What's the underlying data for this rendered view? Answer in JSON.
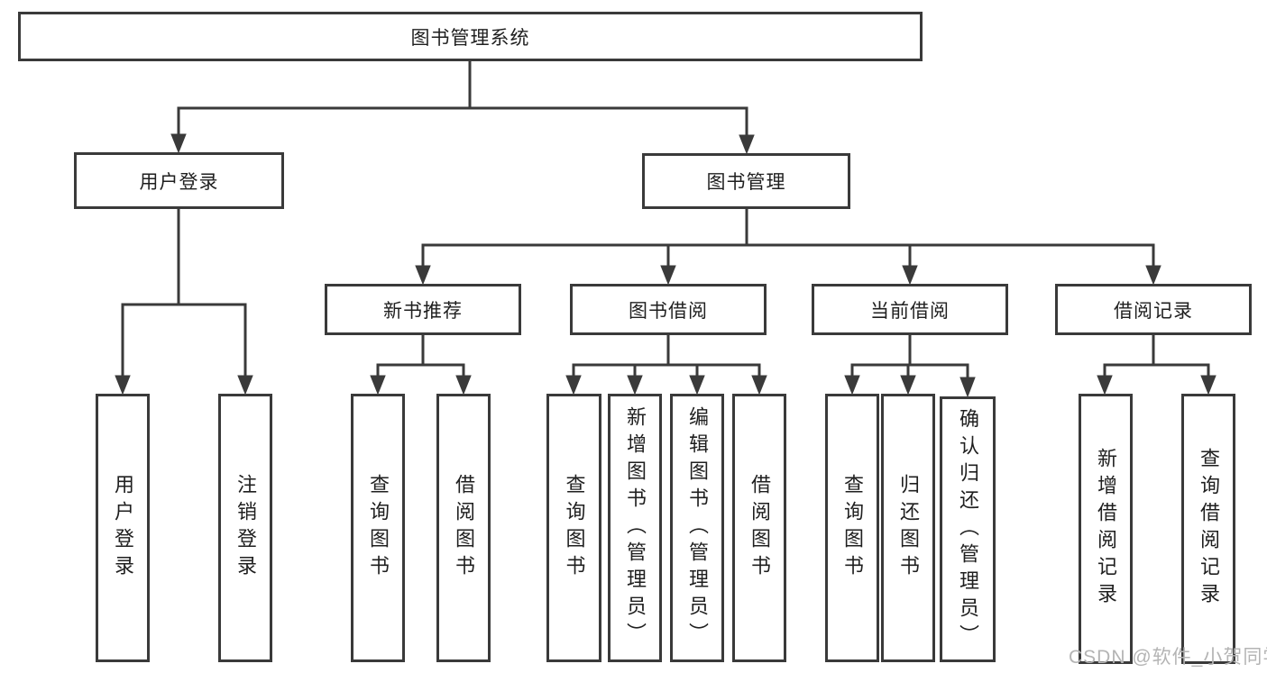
{
  "tree": {
    "root": {
      "label": "图书管理系统"
    },
    "user_login_branch": {
      "label": "用户登录",
      "children": [
        {
          "label": "用户登录"
        },
        {
          "label": "注销登录"
        }
      ]
    },
    "book_mgmt_branch": {
      "label": "图书管理",
      "sections": [
        {
          "label": "新书推荐",
          "children": [
            {
              "label": "查询图书"
            },
            {
              "label": "借阅图书"
            }
          ]
        },
        {
          "label": "图书借阅",
          "children": [
            {
              "label": "查询图书"
            },
            {
              "label": "新增图书（管理员）"
            },
            {
              "label": "编辑图书（管理员）"
            },
            {
              "label": "借阅图书"
            }
          ]
        },
        {
          "label": "当前借阅",
          "children": [
            {
              "label": "查询图书"
            },
            {
              "label": "归还图书"
            },
            {
              "label": "确认归还（管理员）"
            }
          ]
        },
        {
          "label": "借阅记录",
          "children": [
            {
              "label": "新增借阅记录"
            },
            {
              "label": "查询借阅记录"
            }
          ]
        }
      ]
    }
  },
  "watermark": {
    "text": "CSDN @软件_小贺同学"
  },
  "colors": {
    "line": "#3a3a3a",
    "text": "#1f1f1f",
    "box_background": "#ffffff",
    "watermark": "#b4b4b4"
  }
}
